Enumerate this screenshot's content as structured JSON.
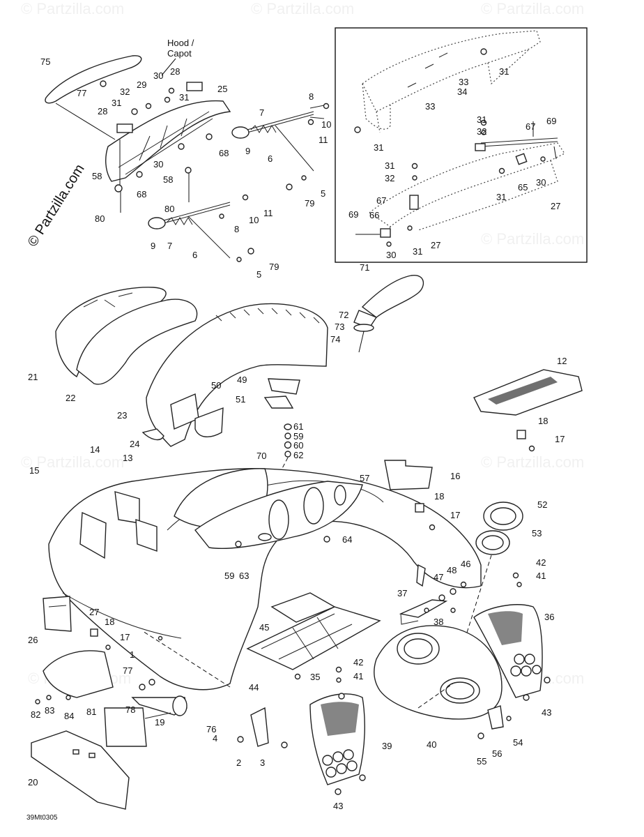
{
  "diagram": {
    "code": "39Mt0305",
    "hood_label": [
      "Hood /",
      "Capot"
    ],
    "copyright": "© Partzilla.com",
    "watermark_texts": [
      "© Partzilla.com"
    ],
    "callouts": [
      {
        "id": "c75",
        "label": "75"
      },
      {
        "id": "c77a",
        "label": "77"
      },
      {
        "id": "c30a",
        "label": "30"
      },
      {
        "id": "c28a",
        "label": "28"
      },
      {
        "id": "c32a",
        "label": "32"
      },
      {
        "id": "c29",
        "label": "29"
      },
      {
        "id": "c31a",
        "label": "31"
      },
      {
        "id": "c25",
        "label": "25"
      },
      {
        "id": "c31b",
        "label": "31"
      },
      {
        "id": "c28b",
        "label": "28"
      },
      {
        "id": "c30b",
        "label": "30"
      },
      {
        "id": "c68a",
        "label": "68"
      },
      {
        "id": "c58a",
        "label": "58"
      },
      {
        "id": "c58b",
        "label": "58"
      },
      {
        "id": "c68b",
        "label": "68"
      },
      {
        "id": "c80a",
        "label": "80"
      },
      {
        "id": "c80b",
        "label": "80"
      },
      {
        "id": "c7a",
        "label": "7"
      },
      {
        "id": "c8a",
        "label": "8"
      },
      {
        "id": "c10a",
        "label": "10"
      },
      {
        "id": "c11a",
        "label": "11"
      },
      {
        "id": "c9a",
        "label": "9"
      },
      {
        "id": "c6a",
        "label": "6"
      },
      {
        "id": "c5a",
        "label": "5"
      },
      {
        "id": "c79a",
        "label": "79"
      },
      {
        "id": "c11b",
        "label": "11"
      },
      {
        "id": "c10b",
        "label": "10"
      },
      {
        "id": "c8b",
        "label": "8"
      },
      {
        "id": "c9b",
        "label": "9"
      },
      {
        "id": "c7b",
        "label": "7"
      },
      {
        "id": "c6b",
        "label": "6"
      },
      {
        "id": "c79b",
        "label": "79"
      },
      {
        "id": "c5b",
        "label": "5"
      },
      {
        "id": "c31c",
        "label": "31"
      },
      {
        "id": "c33a",
        "label": "33"
      },
      {
        "id": "c34",
        "label": "34"
      },
      {
        "id": "c33b",
        "label": "33"
      },
      {
        "id": "c31d",
        "label": "31"
      },
      {
        "id": "c31e",
        "label": "31"
      },
      {
        "id": "c69a",
        "label": "69"
      },
      {
        "id": "c32b",
        "label": "32"
      },
      {
        "id": "c67a",
        "label": "67"
      },
      {
        "id": "c31f",
        "label": "31"
      },
      {
        "id": "c32c",
        "label": "32"
      },
      {
        "id": "c65",
        "label": "65"
      },
      {
        "id": "c30c",
        "label": "30"
      },
      {
        "id": "c31g",
        "label": "31"
      },
      {
        "id": "c27a",
        "label": "27"
      },
      {
        "id": "c67b",
        "label": "67"
      },
      {
        "id": "c69b",
        "label": "69"
      },
      {
        "id": "c66",
        "label": "66"
      },
      {
        "id": "c27b",
        "label": "27"
      },
      {
        "id": "c30d",
        "label": "30"
      },
      {
        "id": "c31h",
        "label": "31"
      },
      {
        "id": "c71",
        "label": "71"
      },
      {
        "id": "c72",
        "label": "72"
      },
      {
        "id": "c73",
        "label": "73"
      },
      {
        "id": "c74",
        "label": "74"
      },
      {
        "id": "c21",
        "label": "21"
      },
      {
        "id": "c22",
        "label": "22"
      },
      {
        "id": "c23",
        "label": "23"
      },
      {
        "id": "c24",
        "label": "24"
      },
      {
        "id": "c50",
        "label": "50"
      },
      {
        "id": "c49",
        "label": "49"
      },
      {
        "id": "c51",
        "label": "51"
      },
      {
        "id": "c12",
        "label": "12"
      },
      {
        "id": "c18a",
        "label": "18"
      },
      {
        "id": "c17a",
        "label": "17"
      },
      {
        "id": "c61",
        "label": "61"
      },
      {
        "id": "c59a",
        "label": "59"
      },
      {
        "id": "c60",
        "label": "60"
      },
      {
        "id": "c62",
        "label": "62"
      },
      {
        "id": "c70",
        "label": "70"
      },
      {
        "id": "c14",
        "label": "14"
      },
      {
        "id": "c13",
        "label": "13"
      },
      {
        "id": "c15",
        "label": "15"
      },
      {
        "id": "c57",
        "label": "57"
      },
      {
        "id": "c16",
        "label": "16"
      },
      {
        "id": "c18b",
        "label": "18"
      },
      {
        "id": "c17b",
        "label": "17"
      },
      {
        "id": "c52",
        "label": "52"
      },
      {
        "id": "c53",
        "label": "53"
      },
      {
        "id": "c64",
        "label": "64"
      },
      {
        "id": "c59b",
        "label": "59"
      },
      {
        "id": "c63",
        "label": "63"
      },
      {
        "id": "c42a",
        "label": "42"
      },
      {
        "id": "c41a",
        "label": "41"
      },
      {
        "id": "c46",
        "label": "46"
      },
      {
        "id": "c48",
        "label": "48"
      },
      {
        "id": "c47",
        "label": "47"
      },
      {
        "id": "c37",
        "label": "37"
      },
      {
        "id": "c38",
        "label": "38"
      },
      {
        "id": "c36",
        "label": "36"
      },
      {
        "id": "c27c",
        "label": "27"
      },
      {
        "id": "c26",
        "label": "26"
      },
      {
        "id": "c18c",
        "label": "18"
      },
      {
        "id": "c17c",
        "label": "17"
      },
      {
        "id": "c1",
        "label": "1"
      },
      {
        "id": "c45",
        "label": "45"
      },
      {
        "id": "c44",
        "label": "44"
      },
      {
        "id": "c35",
        "label": "35"
      },
      {
        "id": "c42b",
        "label": "42"
      },
      {
        "id": "c41b",
        "label": "41"
      },
      {
        "id": "c43a",
        "label": "43"
      },
      {
        "id": "c77b",
        "label": "77"
      },
      {
        "id": "c82",
        "label": "82"
      },
      {
        "id": "c83",
        "label": "83"
      },
      {
        "id": "c84",
        "label": "84"
      },
      {
        "id": "c81",
        "label": "81"
      },
      {
        "id": "c78",
        "label": "78"
      },
      {
        "id": "c76",
        "label": "76"
      },
      {
        "id": "c19",
        "label": "19"
      },
      {
        "id": "c20",
        "label": "20"
      },
      {
        "id": "c4",
        "label": "4"
      },
      {
        "id": "c2",
        "label": "2"
      },
      {
        "id": "c3",
        "label": "3"
      },
      {
        "id": "c39",
        "label": "39"
      },
      {
        "id": "c40",
        "label": "40"
      },
      {
        "id": "c55",
        "label": "55"
      },
      {
        "id": "c56",
        "label": "56"
      },
      {
        "id": "c54",
        "label": "54"
      },
      {
        "id": "c43b",
        "label": "43"
      }
    ]
  }
}
